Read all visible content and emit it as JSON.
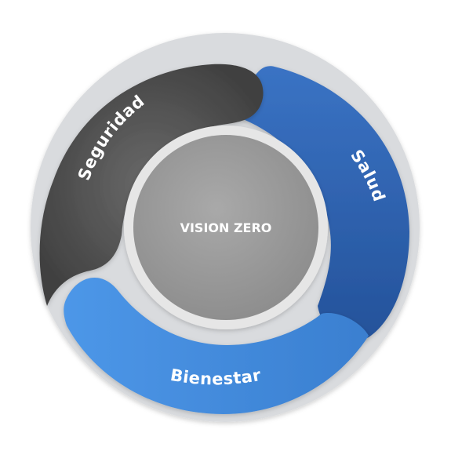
{
  "diagram": {
    "center": {
      "label": "VISION ZERO",
      "color": "#9b9b9b"
    },
    "segments": [
      {
        "key": "seguridad",
        "label": "Seguridad",
        "color": "#545454"
      },
      {
        "key": "salud",
        "label": "Salud",
        "color": "#2f62ae"
      },
      {
        "key": "bienestar",
        "label": "Bienestar",
        "color": "#4a90e2"
      }
    ],
    "colors": {
      "ring_base": "#d9dbde",
      "inner_ring": "#e6e6e6"
    }
  }
}
